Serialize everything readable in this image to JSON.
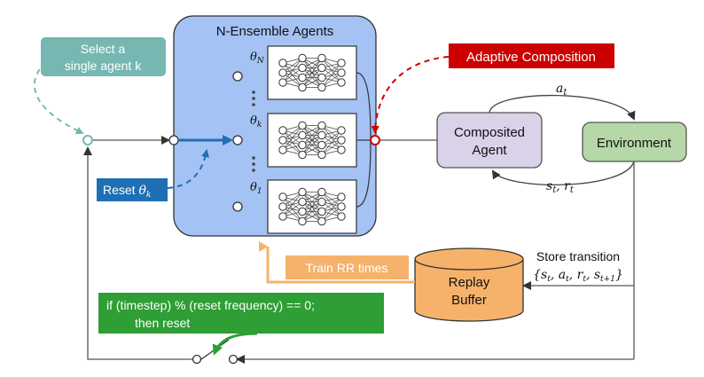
{
  "ensemble": {
    "title": "N-Ensemble Agents",
    "agents": [
      {
        "param": "θ",
        "sub": "N"
      },
      {
        "param": "θ",
        "sub": "k"
      },
      {
        "param": "θ",
        "sub": "1"
      }
    ]
  },
  "labels": {
    "select_line1": "Select a",
    "select_line2": "single agent k",
    "reset_prefix": "Reset ",
    "reset_param": "θ",
    "reset_sub": "k",
    "adaptive": "Adaptive Composition",
    "composited_line1": "Composited",
    "composited_line2": "Agent",
    "environment": "Environment",
    "action": "a",
    "action_sub": "t",
    "state": "s",
    "state_sub": "t",
    "state_sep": ", ",
    "reward": "r",
    "reward_sub": "t",
    "store_title": "Store transition",
    "store_tuple": "{s",
    "store_tuple_t": "t",
    "store_a": ", a",
    "store_r": ", r",
    "store_s": ", s",
    "store_tp1": "t+1",
    "store_close": "}",
    "train": "Train RR times",
    "replay_line1": "Replay",
    "replay_line2": "Buffer",
    "reset_rule_line1": "if (timestep) % (reset frequency) == 0;",
    "reset_rule_line2": "then reset"
  },
  "colors": {
    "ensemble_fill": "#a4c2f4",
    "select_fill": "#76b7b2",
    "reset_fill": "#1f6fb4",
    "adaptive_fill": "#cc0000",
    "composited_fill": "#d9d2e9",
    "environment_fill": "#b6d7a8",
    "replay_fill": "#f6b26b",
    "train_fill": "#f6b26b",
    "rule_fill": "#2e9e35"
  }
}
